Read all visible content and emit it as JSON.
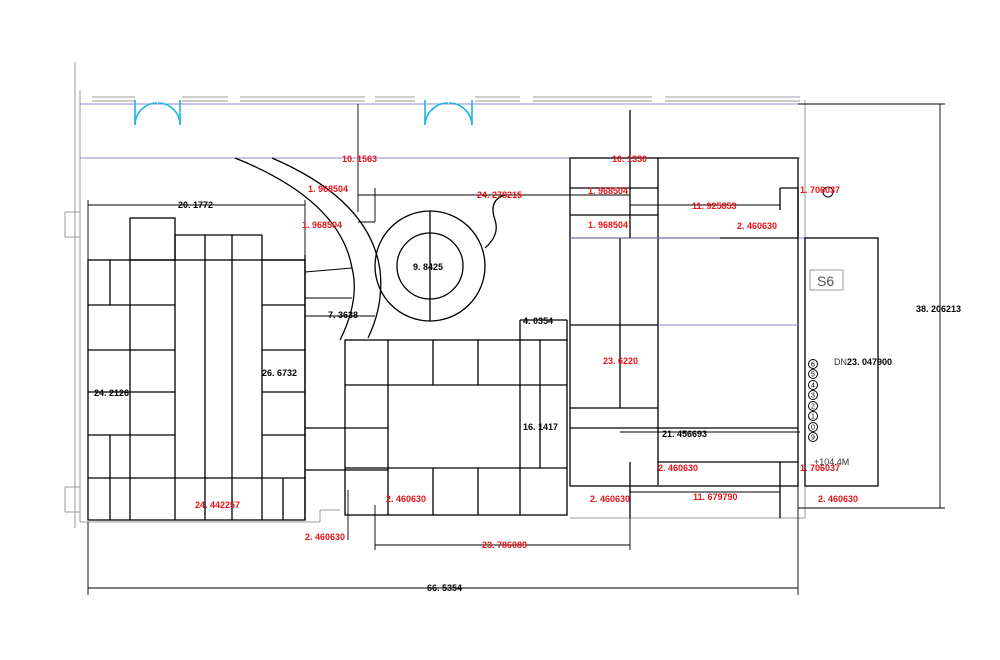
{
  "dimensions": {
    "d1": "10. 1563",
    "d2": "10. 1330",
    "d3": "1. 968504",
    "d4": "24. 278215",
    "d5": "1. 968504",
    "d6": "1. 706037",
    "d7": "1. 968504",
    "d8": "1. 968504",
    "d9": "11. 925853",
    "d10": "2. 460630",
    "d11": "20. 1772",
    "d12": "9. 8425",
    "d13": "7. 3638",
    "d14": "4. 0354",
    "d15": "26. 6732",
    "d16": "24. 2126",
    "d17": "23. 6220",
    "d18": "16. 1417",
    "d19": "21. 456693",
    "d20": "2. 460630",
    "d21": "1. 706037",
    "d22": "24. 442257",
    "d23": "2. 460630",
    "d24": "2. 460630",
    "d25": "11. 679790",
    "d26": "2. 460630",
    "d27": "2. 460630",
    "d28": "23. 786089",
    "d29": "66. 5354",
    "d30": "38. 206213",
    "d31": "23. 047900"
  },
  "stair": {
    "tag": "S6",
    "dn": "DN",
    "elevation": "+104.4M",
    "steps": [
      "6",
      "5",
      "4",
      "3",
      "2",
      "1",
      "0",
      "9"
    ]
  },
  "colors": {
    "line": "#000000",
    "dimension_red": "#e8141b",
    "wall_blue": "#8c8cd8",
    "door_cyan": "#1fb4e0",
    "grey": "#9a9a9a"
  }
}
